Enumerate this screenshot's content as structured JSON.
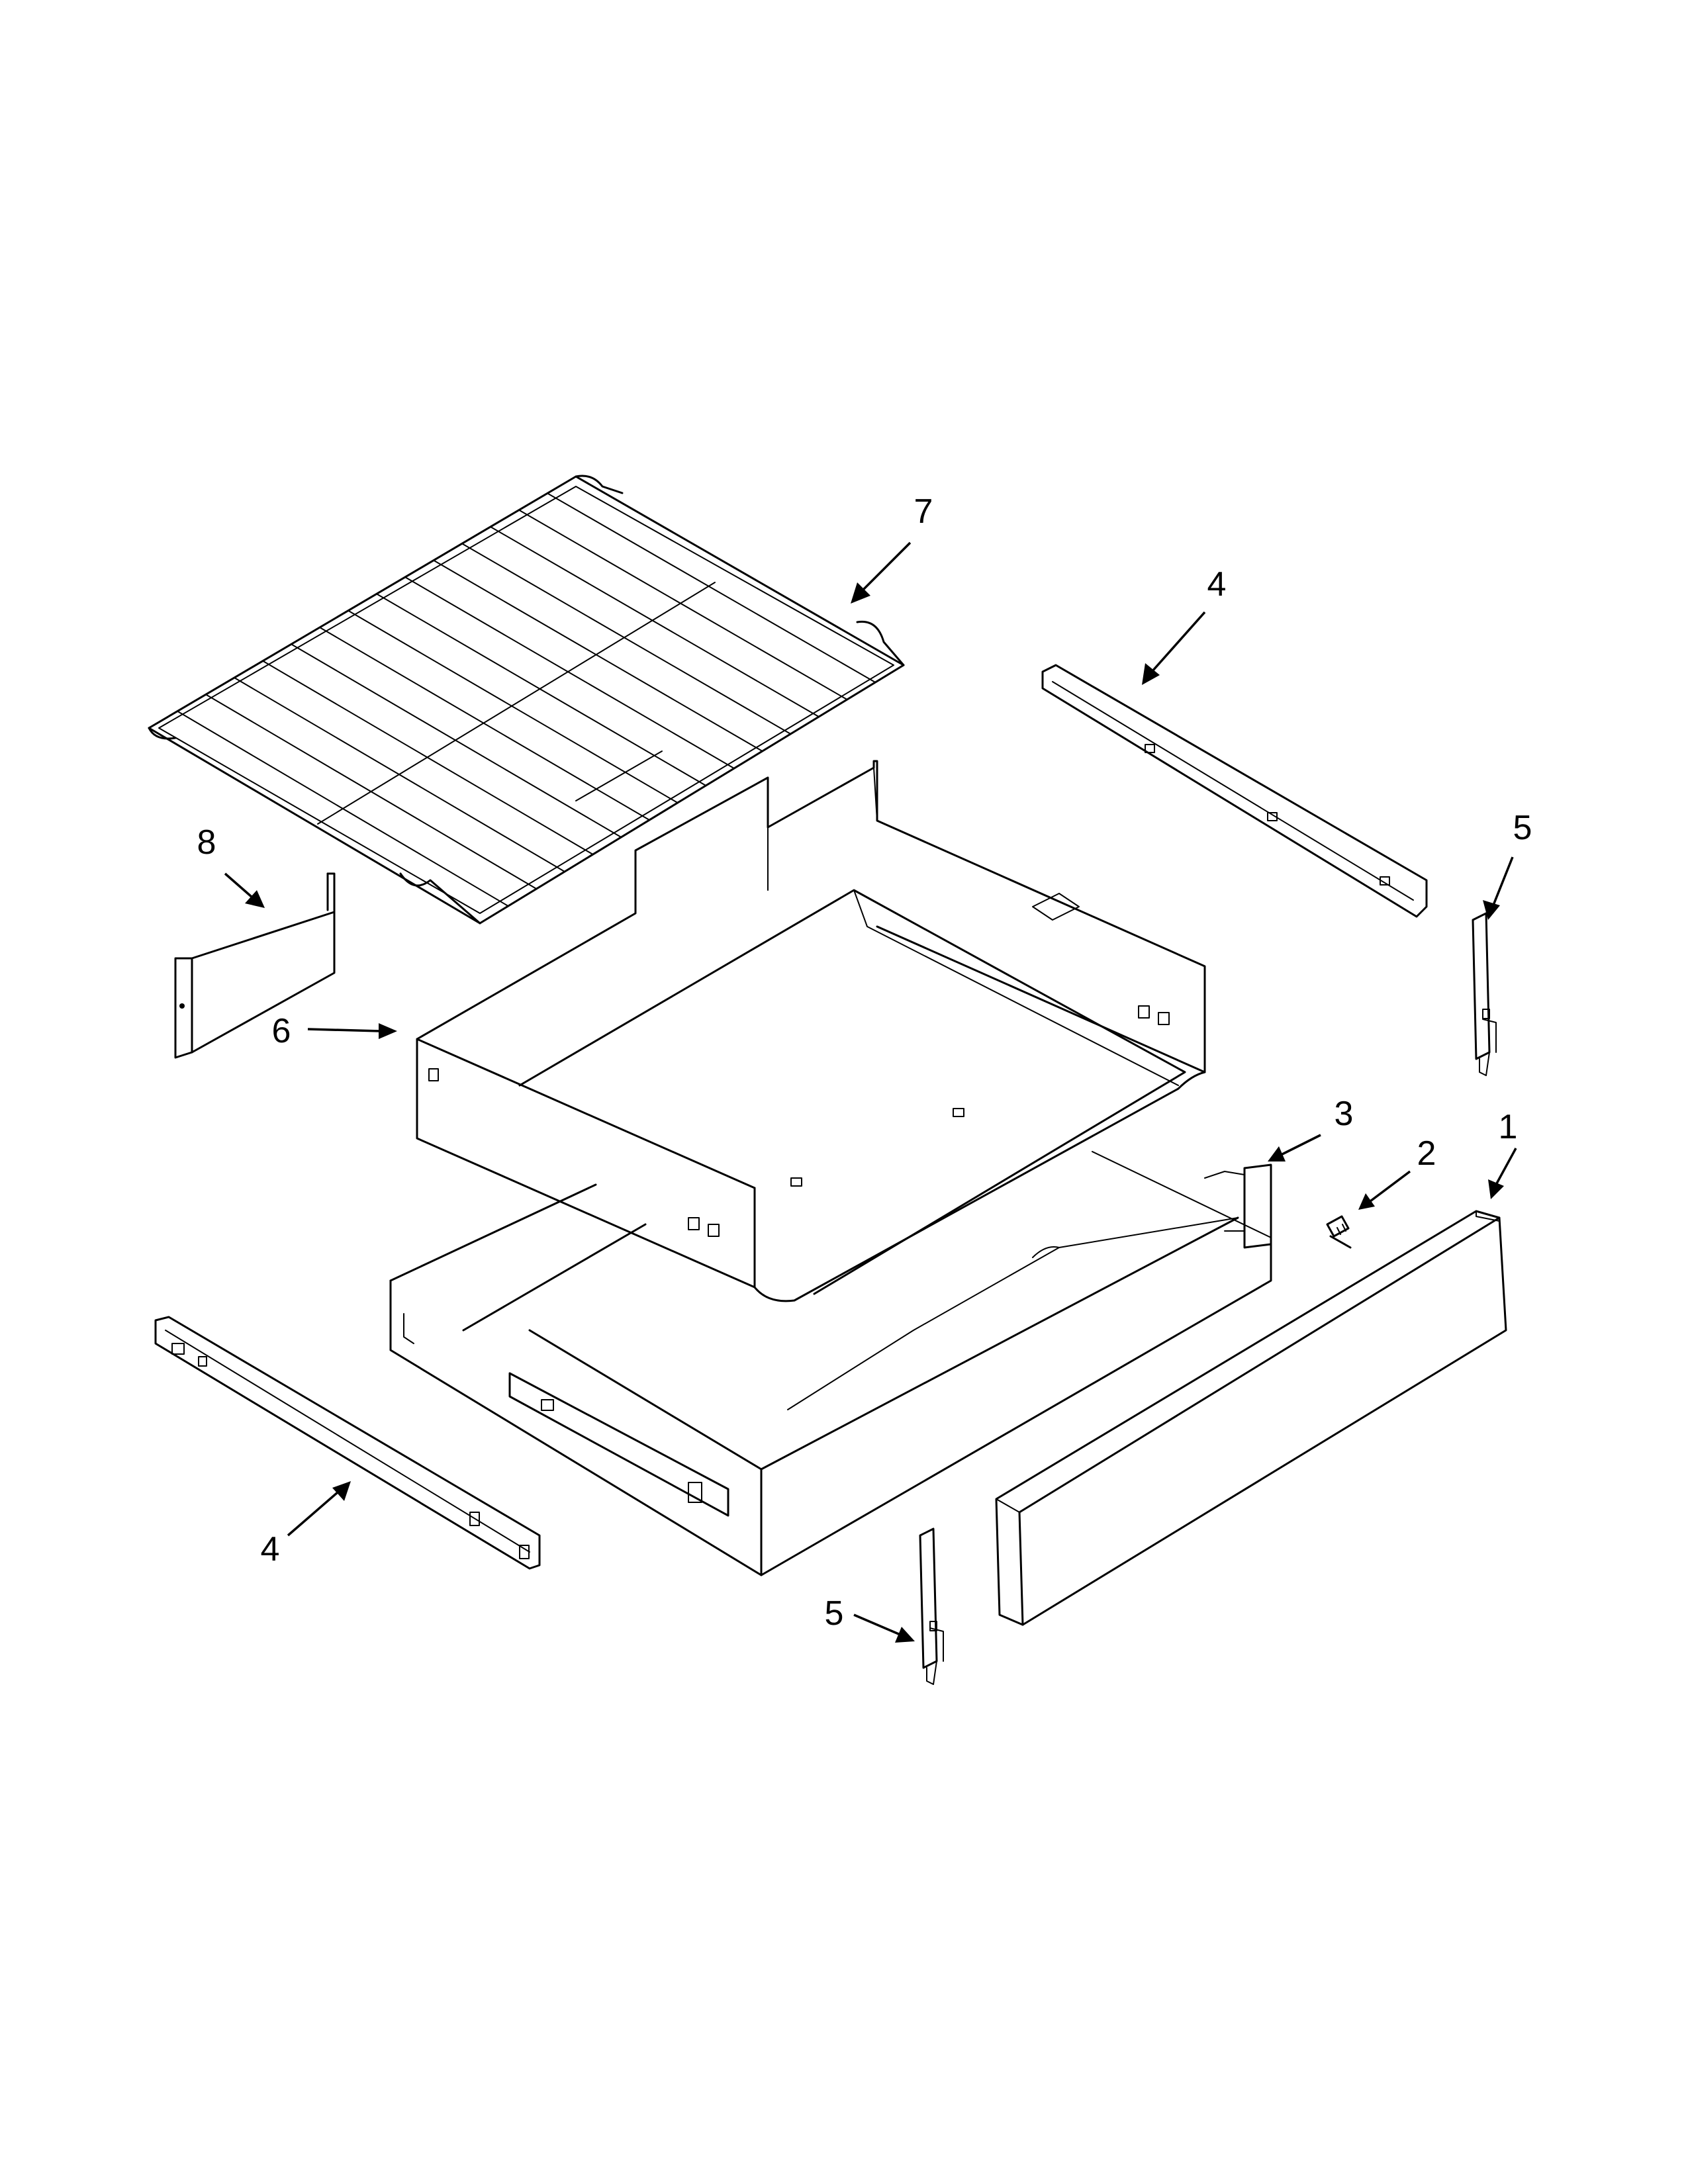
{
  "callouts": [
    {
      "id": "c1",
      "label": "1"
    },
    {
      "id": "c2",
      "label": "2"
    },
    {
      "id": "c3",
      "label": "3"
    },
    {
      "id": "c4a",
      "label": "4"
    },
    {
      "id": "c4b",
      "label": "4"
    },
    {
      "id": "c5a",
      "label": "5"
    },
    {
      "id": "c5b",
      "label": "5"
    },
    {
      "id": "c6",
      "label": "6"
    },
    {
      "id": "c7",
      "label": "7"
    },
    {
      "id": "c8",
      "label": "8"
    }
  ]
}
